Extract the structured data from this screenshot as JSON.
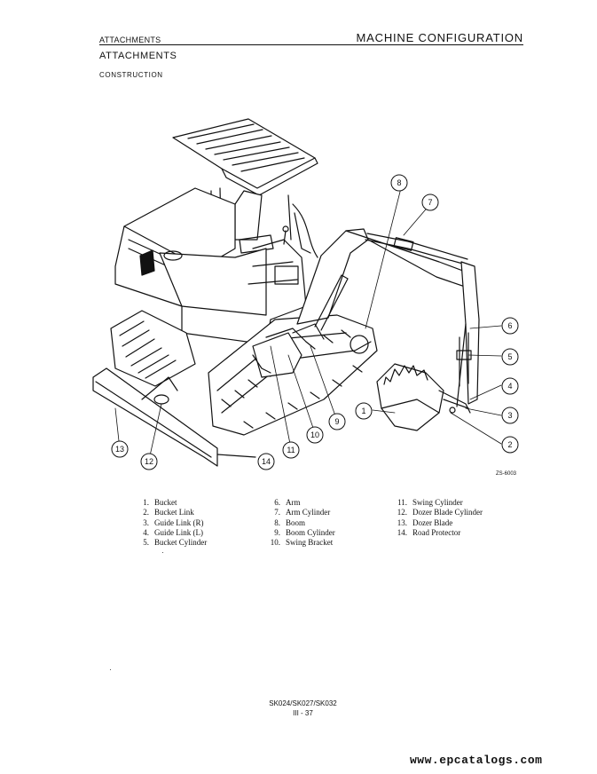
{
  "header": {
    "left": "ATTACHMENTS",
    "right": "MACHINE CONFIGURATION"
  },
  "section": {
    "title": "ATTACHMENTS",
    "subtitle": "CONSTRUCTION"
  },
  "figure": {
    "code": "ZS-6003",
    "callouts": [
      "1",
      "2",
      "3",
      "4",
      "5",
      "6",
      "7",
      "8",
      "9",
      "10",
      "11",
      "12",
      "13",
      "14"
    ]
  },
  "parts": {
    "col1": [
      {
        "num": "1.",
        "name": "Bucket"
      },
      {
        "num": "2.",
        "name": "Bucket Link"
      },
      {
        "num": "3.",
        "name": "Guide Link (R)"
      },
      {
        "num": "4.",
        "name": "Guide Link (L)"
      },
      {
        "num": "5.",
        "name": "Bucket Cylinder"
      }
    ],
    "col2": [
      {
        "num": "6.",
        "name": "Arm"
      },
      {
        "num": "7.",
        "name": "Arm Cylinder"
      },
      {
        "num": "8.",
        "name": "Boom"
      },
      {
        "num": "9.",
        "name": "Boom Cylinder"
      },
      {
        "num": "10.",
        "name": "Swing Bracket"
      }
    ],
    "col3": [
      {
        "num": "11.",
        "name": "Swing Cylinder"
      },
      {
        "num": "12.",
        "name": "Dozer Blade Cylinder"
      },
      {
        "num": "13.",
        "name": "Dozer Blade"
      },
      {
        "num": "14.",
        "name": "Road Protector"
      }
    ]
  },
  "footer": {
    "model": "SK024/SK027/SK032",
    "page": "III - 37",
    "website": "www.epcatalogs.com"
  }
}
